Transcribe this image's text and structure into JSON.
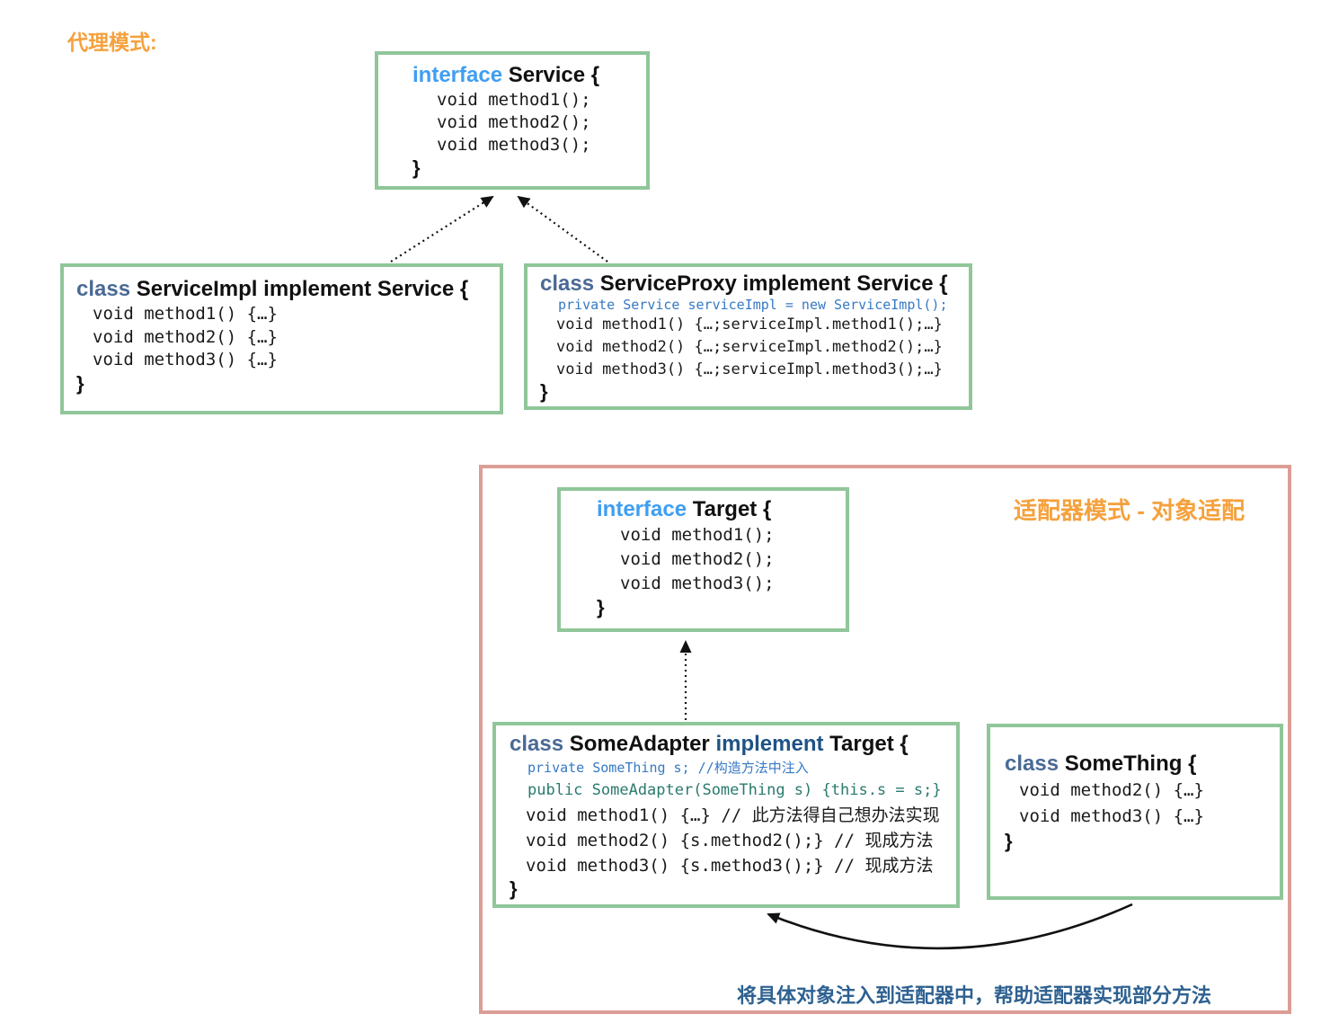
{
  "proxy_section": {
    "heading": "代理模式:",
    "service_interface": {
      "keyword": "interface",
      "title": "Service {",
      "lines": [
        "void method1();",
        "void method2();",
        "void method3();"
      ],
      "closing_brace": "}"
    },
    "service_impl": {
      "keyword": "class",
      "title": "ServiceImpl implement Service {",
      "lines": [
        "void method1() {…}",
        "void method2() {…}",
        "void method3() {…}"
      ],
      "closing_brace": "}"
    },
    "service_proxy": {
      "keyword": "class",
      "title": "ServiceProxy implement Service {",
      "field_line": "private Service serviceImpl = new ServiceImpl();",
      "lines": [
        "void method1() {…;serviceImpl.method1();…}",
        "void method2() {…;serviceImpl.method2();…}",
        "void method3() {…;serviceImpl.method3();…}"
      ],
      "closing_brace": "}"
    }
  },
  "adapter_section": {
    "heading": "适配器模式 - 对象适配",
    "caption": "将具体对象注入到适配器中，帮助适配器实现部分方法",
    "target_interface": {
      "keyword": "interface",
      "title": "Target {",
      "lines": [
        "void method1();",
        "void method2();",
        "void method3();"
      ],
      "closing_brace": "}"
    },
    "some_adapter": {
      "keyword": "class",
      "name": "SomeAdapter",
      "keyword2": "implement",
      "name2": "Target {",
      "field_line": "private SomeThing s; //构造方法中注入",
      "constructor_line": "public SomeAdapter(SomeThing s) {this.s = s;}",
      "lines": [
        "void method1() {…} // 此方法得自己想办法实现",
        "void method2() {s.method2();} // 现成方法",
        "void method3() {s.method3();} // 现成方法"
      ],
      "closing_brace": "}"
    },
    "some_thing": {
      "keyword": "class",
      "title": "SomeThing {",
      "lines": [
        "void method2() {…}",
        "void method3() {…}"
      ],
      "closing_brace": "}"
    }
  },
  "colors": {
    "box_border_green": "#90c69a",
    "panel_border_pink": "#db9d96",
    "heading_orange": "#f5a13d",
    "keyword_interface_blue": "#3f9ef2",
    "keyword_class_steel": "#4a6a95",
    "keyword_implement_navy": "#1e5385",
    "field_line_blue": "#3579c4",
    "constructor_teal": "#2a7a6d",
    "caption_navy": "#2e6191",
    "arrow_black": "#111111"
  }
}
